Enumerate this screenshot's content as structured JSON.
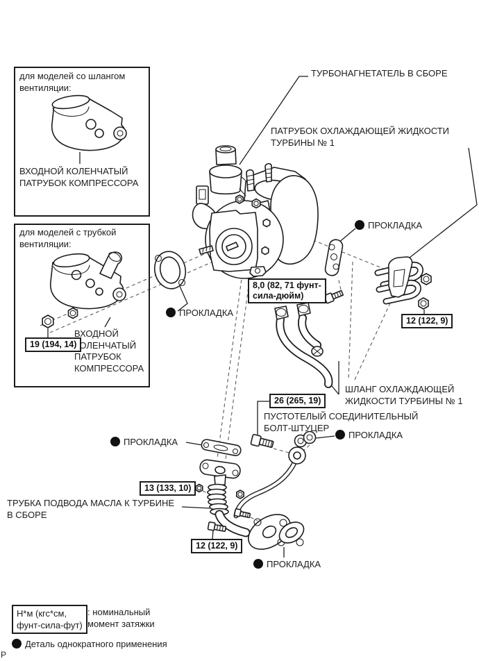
{
  "figure": {
    "inset_hose_models": {
      "note": "для моделей со шлангом\nвентиляции:",
      "part_label": "ВХОДНОЙ КОЛЕНЧАТЫЙ\nПАТРУБОК КОМПРЕССОРА"
    },
    "inset_tube_models": {
      "note": "для моделей с трубкой\nвентиляции:",
      "part_label": "ВХОДНОЙ\nКОЛЕНЧАТЫЙ\nПАТРУБОК\nКОМПРЕССОРА",
      "torque": "19 (194, 14)"
    },
    "labels": {
      "turbocharger": "ТУРБОНАГНЕТАТЕЛЬ В СБОРЕ",
      "coolant_pipe": "ПАТРУБОК ОХЛАЖДАЮЩЕЙ ЖИДКОСТИ\nТУРБИНЫ № 1",
      "gasket": "ПРОКЛАДКА",
      "coolant_hose": "ШЛАНГ ОХЛАЖДАЮЩЕЙ\nЖИДКОСТИ ТУРБИНЫ № 1",
      "union_bolt": "ПУСТОТЕЛЫЙ СОЕДИНИТЕЛЬНЫЙ\nБОЛТ-ШТУЦЕР",
      "oil_pipe": "ТРУБКА ПОДВОДА МАСЛА К ТУРБИНЕ\nВ СБОРЕ"
    },
    "torques": {
      "hose_union": "8,0 (82, 71 фунт-\nсила-дюйм)",
      "coolant_pipe_nut": "12 (122, 9)",
      "union_bolt": "26 (265, 19)",
      "oil_pipe_nut": "13 (133, 10)",
      "oil_pipe_bolt": "12 (122, 9)"
    },
    "legend": {
      "units_box": "Н*м (кгс*см,\nфунт-сила-фут)",
      "units_desc": ": номинальный\nмомент затяжки",
      "single_use": "Деталь однократного применения"
    },
    "page_marker": "P",
    "colors": {
      "line": "#1c1c1c",
      "background": "#ffffff"
    }
  }
}
